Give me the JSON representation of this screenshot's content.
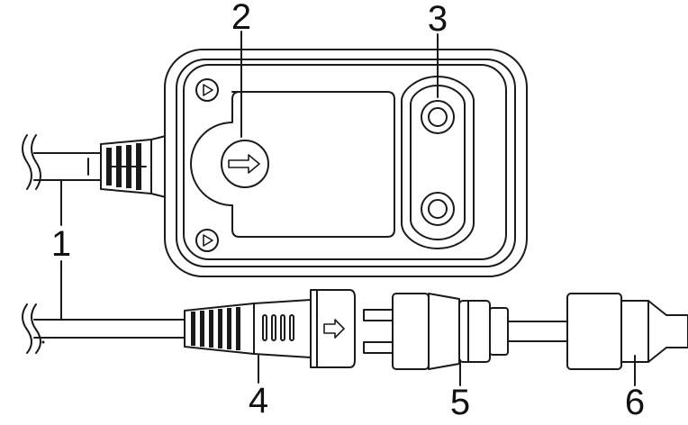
{
  "callouts": [
    {
      "id": "1",
      "label": "1"
    },
    {
      "id": "2",
      "label": "2"
    },
    {
      "id": "3",
      "label": "3"
    },
    {
      "id": "4",
      "label": "4"
    },
    {
      "id": "5",
      "label": "5"
    },
    {
      "id": "6",
      "label": "6"
    }
  ],
  "colors": {
    "line": "#1a1a1a",
    "fill": "#ffffff"
  },
  "icons": {
    "direction_arrow": "arrow-right-icon",
    "screw": "triangle-screw-icon",
    "cable_break": "wave-break-icon"
  }
}
